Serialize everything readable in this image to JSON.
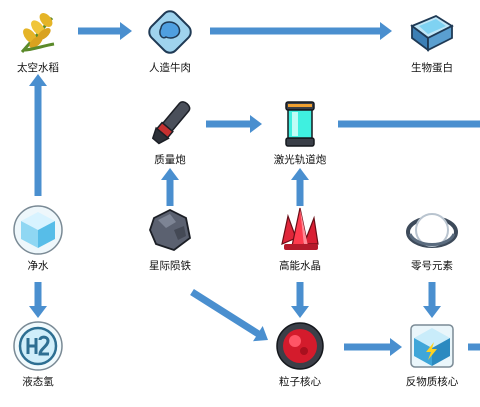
{
  "diagram": {
    "nodes": [
      {
        "id": "rice",
        "label": "太空水稻",
        "icon": "space-rice-icon"
      },
      {
        "id": "meat",
        "label": "人造牛肉",
        "icon": "artificial-beef-icon"
      },
      {
        "id": "egg",
        "label": "生物蛋白",
        "icon": "bio-protein-icon"
      },
      {
        "id": "mass",
        "label": "质量炮",
        "icon": "mass-cannon-icon"
      },
      {
        "id": "laser",
        "label": "激光轨道炮",
        "icon": "laser-railgun-icon"
      },
      {
        "id": "water",
        "label": "净水",
        "icon": "pure-water-icon"
      },
      {
        "id": "meteor",
        "label": "星际陨铁",
        "icon": "meteoric-iron-icon"
      },
      {
        "id": "crystal",
        "label": "高能水晶",
        "icon": "energy-crystal-icon"
      },
      {
        "id": "zero",
        "label": "零号元素",
        "icon": "zero-element-icon"
      },
      {
        "id": "h2",
        "label": "液态氢",
        "icon": "liquid-hydrogen-icon"
      },
      {
        "id": "core",
        "label": "粒子核心",
        "icon": "particle-core-icon"
      },
      {
        "id": "anti",
        "label": "反物质核心",
        "icon": "antimatter-core-icon"
      }
    ],
    "arrow_color": "#4a8fcf"
  }
}
